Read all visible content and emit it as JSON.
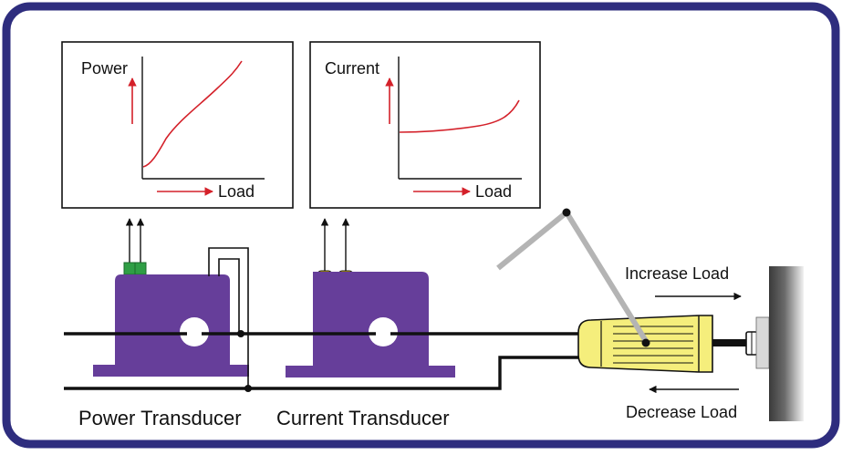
{
  "graphs": {
    "power": {
      "y_label": "Power",
      "x_label": "Load"
    },
    "current": {
      "y_label": "Current",
      "x_label": "Load"
    }
  },
  "labels": {
    "power_transducer": "Power Transducer",
    "current_transducer": "Current Transducer",
    "increase_load": "Increase Load",
    "decrease_load": "Decrease Load"
  },
  "colors": {
    "frame_border": "#2e2d7e",
    "transducer_body": "#663e9a",
    "motor_body": "#f5ee7c",
    "curve_red": "#d4212a",
    "lever_gray": "#b4b4b4",
    "connector_green": "#2f9e45",
    "connector_yellow": "#f2cd00"
  }
}
